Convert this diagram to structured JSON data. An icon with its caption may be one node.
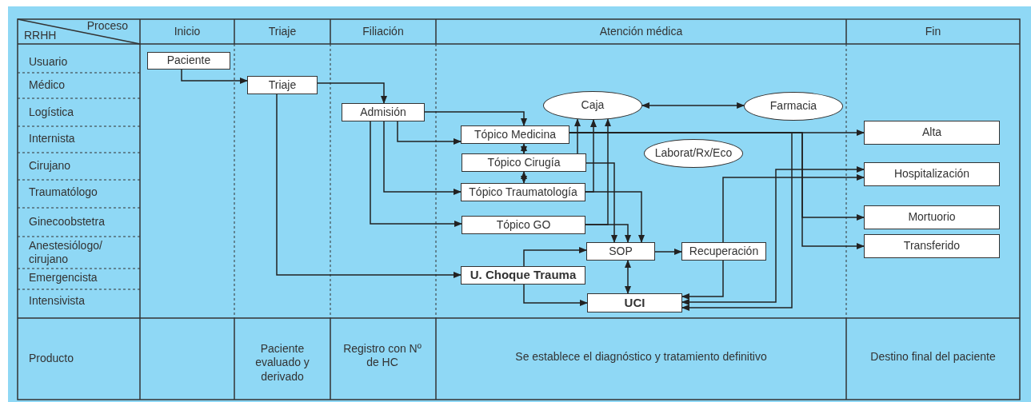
{
  "diagram": {
    "nodes": [
      {
        "text": [
          "Paciente"
        ]
      },
      {
        "text": [
          "Triaje"
        ]
      },
      {
        "text": [
          "Admisión"
        ]
      },
      {
        "text": [
          "Caja"
        ]
      },
      {
        "text": [
          "Farmacia"
        ]
      },
      {
        "text": [
          "Tópico Medicina"
        ]
      },
      {
        "text": [
          "Laborat/Rx/Eco"
        ]
      },
      {
        "text": [
          "Tópico Cirugía"
        ]
      },
      {
        "text": [
          "Tópico Traumatología"
        ]
      },
      {
        "text": [
          "Tópico GO"
        ]
      },
      {
        "text": [
          "SOP"
        ]
      },
      {
        "text": [
          "Recuperación"
        ]
      },
      {
        "text": [
          "U. Choque Trauma"
        ]
      },
      {
        "text": [
          "UCI"
        ]
      },
      {
        "text": [
          "Alta"
        ]
      },
      {
        "text": [
          "Hospitalización"
        ]
      },
      {
        "text": [
          "Mortuorio"
        ]
      },
      {
        "text": [
          "Transferido"
        ]
      }
    ],
    "edges": [
      {
        "from": 0,
        "to": 1,
        "arrow": "to"
      },
      {
        "from": 1,
        "to": 2,
        "arrow": "to"
      },
      {
        "from": 1,
        "to": 12,
        "arrow": "to"
      },
      {
        "from": 2,
        "to": 5,
        "arrow": "to"
      },
      {
        "from": 2,
        "to": 5,
        "arrow": "to"
      },
      {
        "from": 2,
        "to": 8,
        "arrow": "to"
      },
      {
        "from": 2,
        "to": 9,
        "arrow": "to"
      },
      {
        "from": 5,
        "to": 7,
        "arrow": "both"
      },
      {
        "from": 7,
        "to": 8,
        "arrow": "both"
      },
      {
        "from": 3,
        "to": 4,
        "arrow": "both"
      },
      {
        "from": 7,
        "to": 3,
        "arrow": "to"
      },
      {
        "from": 8,
        "to": 3,
        "arrow": "to"
      },
      {
        "from": 9,
        "to": 3,
        "arrow": "to"
      },
      {
        "from": 7,
        "to": 10,
        "arrow": "to"
      },
      {
        "from": 8,
        "to": 10,
        "arrow": "to"
      },
      {
        "from": 9,
        "to": 10,
        "arrow": "to"
      },
      {
        "from": 12,
        "to": 10,
        "arrow": "to"
      },
      {
        "from": 12,
        "to": 13,
        "arrow": "to"
      },
      {
        "from": 10,
        "to": 13,
        "arrow": "both"
      },
      {
        "from": 10,
        "to": 11,
        "arrow": "to"
      },
      {
        "from": 11,
        "to": 13,
        "arrow": "to"
      },
      {
        "from": 11,
        "to": 15,
        "arrow": "to"
      },
      {
        "from": 5,
        "to": 14,
        "arrow": "to"
      },
      {
        "from": 13,
        "to": 15,
        "arrow": "both"
      },
      {
        "from": 5,
        "to": 13,
        "arrow": "to"
      },
      {
        "from": 5,
        "to": 16,
        "arrow": "to"
      },
      {
        "from": 5,
        "to": 17,
        "arrow": "to"
      }
    ],
    "labels": [
      "Proceso",
      "RRHH",
      "Inicio",
      "Triaje",
      "Filiación",
      "Atención médica",
      "Fin",
      "Usuario",
      "Médico",
      "Logística",
      "Internista",
      "Cirujano",
      "Traumatólogo",
      "Ginecoobstetra",
      "Anestesiólogo/ cirujano",
      "Emergencista",
      "Intensivista",
      "Producto",
      "Paciente evaluado y derivado",
      "Registro con Nº de HC",
      "Se establece el diagnóstico y tratamiento definitivo",
      "Destino final del paciente"
    ]
  }
}
